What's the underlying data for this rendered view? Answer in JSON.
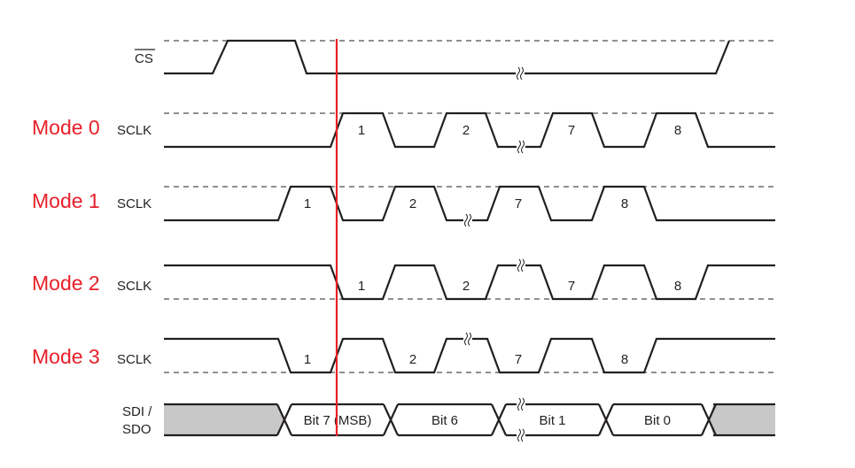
{
  "signals": {
    "cs": "CS",
    "sclk": "SCLK",
    "sdi_line1": "SDI /",
    "sdi_line2": "SDO"
  },
  "modes": [
    {
      "label": "Mode 0",
      "pulses": [
        "1",
        "2",
        "7",
        "8"
      ]
    },
    {
      "label": "Mode 1",
      "pulses": [
        "1",
        "2",
        "7",
        "8"
      ]
    },
    {
      "label": "Mode 2",
      "pulses": [
        "1",
        "2",
        "7",
        "8"
      ]
    },
    {
      "label": "Mode 3",
      "pulses": [
        "1",
        "2",
        "7",
        "8"
      ]
    }
  ],
  "data_bits": [
    "Bit 7 (MSB)",
    "Bit 6",
    "Bit 1",
    "Bit 0"
  ],
  "colors": {
    "mode_label": "#e8202a",
    "marker": "#e8202a",
    "idle_fill": "#c8c8c8",
    "line": "#231f20"
  }
}
